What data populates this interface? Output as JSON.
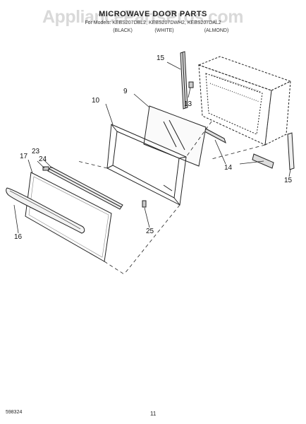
{
  "watermark": "AppliancePartsPros.com",
  "header": {
    "title": "MICROWAVE DOOR PARTS",
    "models": "For Models: KEBS207DBL2, KEBS207DWH2, KEBS207DAL2",
    "variants": [
      "(BLACK)",
      "(WHITE)",
      "(ALMOND)"
    ]
  },
  "callouts": {
    "c9": "9",
    "c10": "10",
    "c13": "13",
    "c14": "14",
    "c15a": "15",
    "c15b": "15",
    "c16": "16",
    "c17": "17",
    "c23": "23",
    "c24": "24",
    "c25": "25"
  },
  "footer": {
    "code": "598324",
    "page": "11"
  }
}
